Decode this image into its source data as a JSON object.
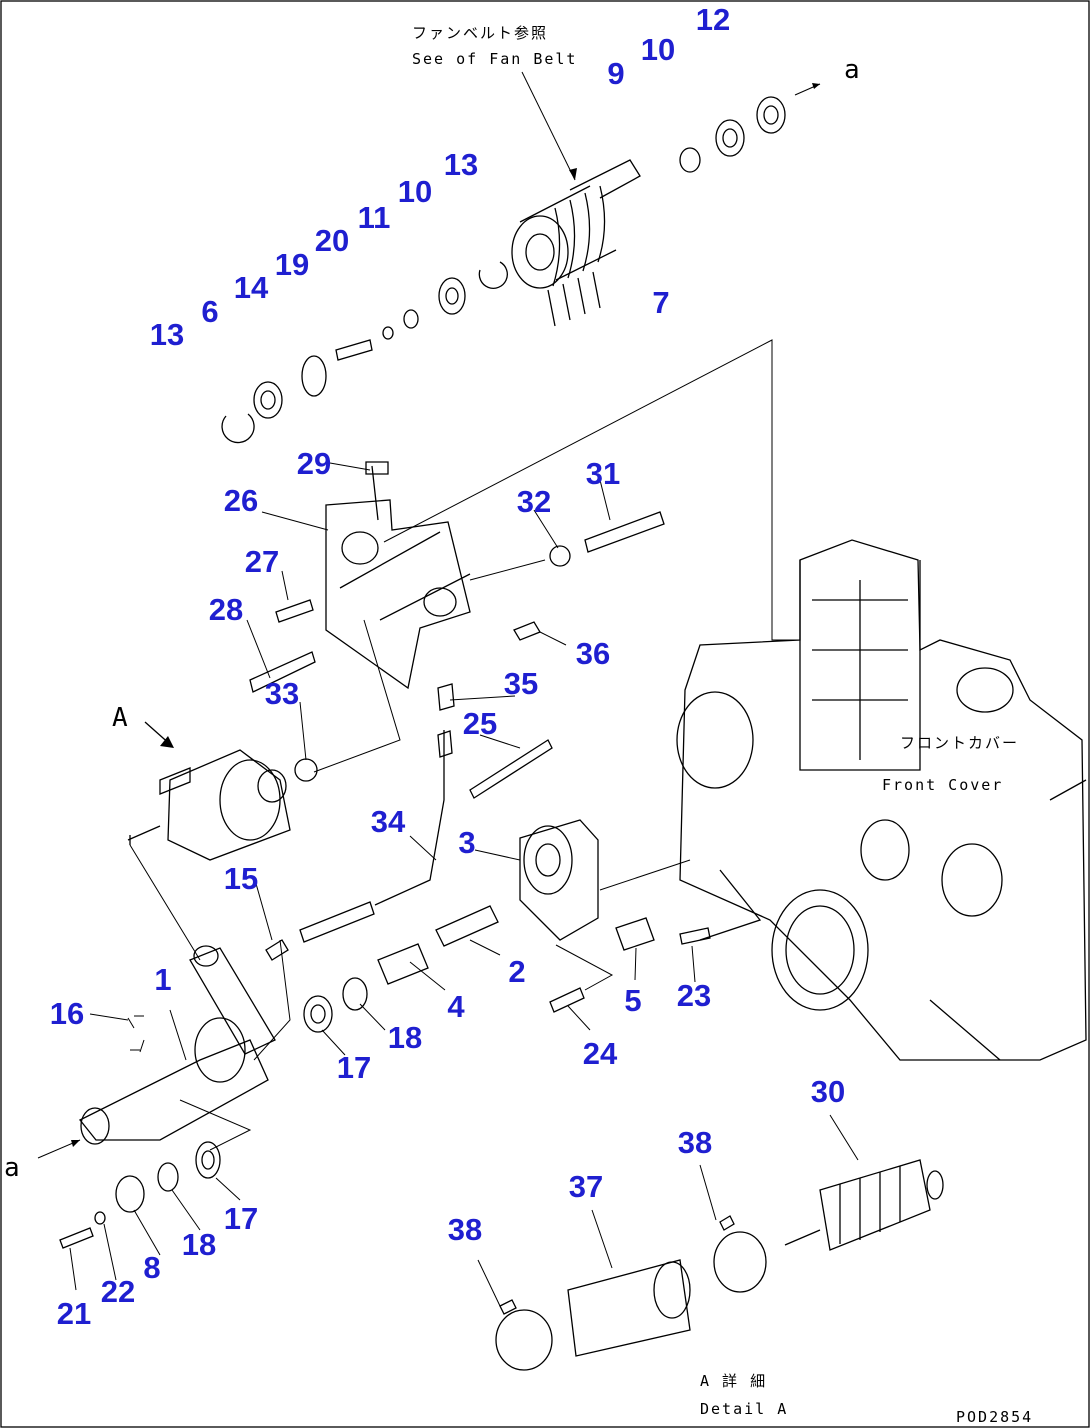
{
  "drawing_code": "POD2854",
  "notes": {
    "fan_belt_jp": "ファンベルト参照",
    "fan_belt_en": "See of Fan Belt",
    "front_cover_jp": "フロントカバー",
    "front_cover_en": "Front Cover",
    "detail_jp": "A 詳 細",
    "detail_en": "Detail A",
    "view_arrow": "A",
    "ref_a_top": "a",
    "ref_a_left": "a"
  },
  "callouts": [
    "12",
    "10",
    "9",
    "13",
    "10",
    "11",
    "20",
    "19",
    "14",
    "6",
    "13",
    "7",
    "29",
    "26",
    "32",
    "31",
    "27",
    "28",
    "36",
    "35",
    "33",
    "25",
    "34",
    "3",
    "15",
    "2",
    "1",
    "16",
    "4",
    "18",
    "17",
    "5",
    "23",
    "24",
    "30",
    "38",
    "37",
    "17",
    "18",
    "8",
    "22",
    "21",
    "38"
  ],
  "colors": {
    "callout": "#1f1fd0",
    "line": "#000000"
  }
}
